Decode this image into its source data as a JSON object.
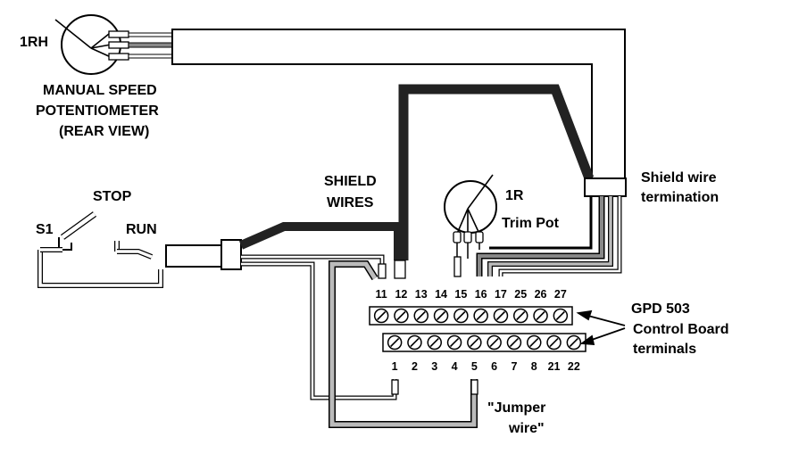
{
  "labels": {
    "pot_1rh": "1RH",
    "manual_line1": "MANUAL SPEED",
    "manual_line2": "POTENTIOMETER",
    "manual_line3": "(REAR VIEW)",
    "stop": "STOP",
    "s1": "S1",
    "run": "RUN",
    "shield_line1": "SHIELD",
    "shield_line2": "WIRES",
    "trim_1r": "1R",
    "trim_pot": "Trim Pot",
    "shield_term_line1": "Shield wire",
    "shield_term_line2": "termination",
    "gpd_line1": "GPD 503",
    "gpd_line2": "Control Board",
    "gpd_line3": "terminals",
    "jumper_line1": "\"Jumper",
    "jumper_line2": "wire\""
  },
  "top_terminals": [
    "11",
    "12",
    "13",
    "14",
    "15",
    "16",
    "17",
    "25",
    "26",
    "27"
  ],
  "bottom_terminals": [
    "1",
    "2",
    "3",
    "4",
    "5",
    "6",
    "7",
    "8",
    "21",
    "22"
  ]
}
